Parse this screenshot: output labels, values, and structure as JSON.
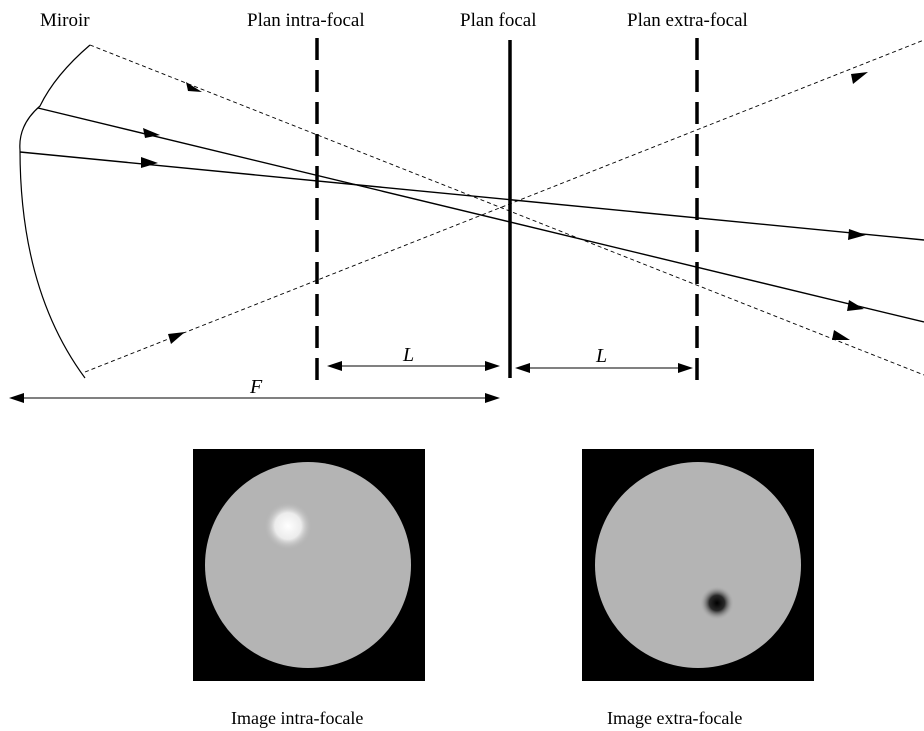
{
  "labels": {
    "mirror": "Miroir",
    "intra_plane": "Plan intra-focal",
    "focal_plane": "Plan focal",
    "extra_plane": "Plan extra-focal",
    "distance_left": "L",
    "distance_right": "L",
    "focal_length": "F"
  },
  "captions": {
    "intra_image": "Image intra-focale",
    "extra_image": "Image extra-focale"
  },
  "colors": {
    "ink": "#000000",
    "disc": "#b4b4b4",
    "background": "#000000",
    "bright_spot": "#ffffff",
    "dark_spot": "#000000"
  }
}
